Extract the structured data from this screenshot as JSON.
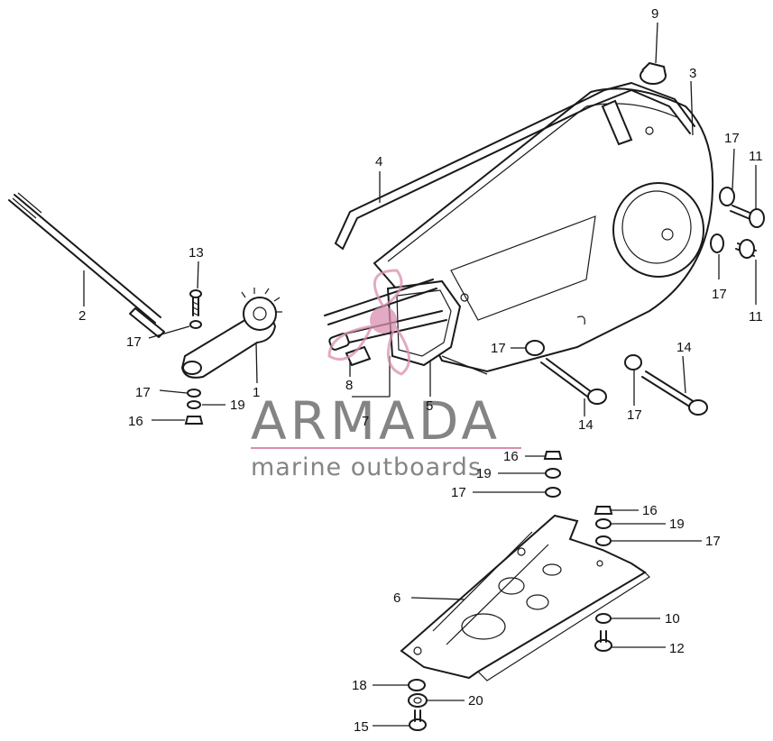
{
  "watermark": {
    "brand": "ARMADA",
    "tagline": "marine outboards",
    "accent_color": "#d98fb0",
    "text_color": "#6f6f6f"
  },
  "callouts": {
    "c1": "1",
    "c2": "2",
    "c3": "3",
    "c4": "4",
    "c5": "5",
    "c6": "6",
    "c7": "7",
    "c8": "8",
    "c9": "9",
    "c10": "10",
    "c11a": "11",
    "c11b": "11",
    "c12": "12",
    "c13": "13",
    "c14a": "14",
    "c14b": "14",
    "c15": "15",
    "c16a": "16",
    "c16b": "16",
    "c16c": "16",
    "c17a": "17",
    "c17b": "17",
    "c17c": "17",
    "c17d": "17",
    "c17e": "17",
    "c17f": "17",
    "c17g": "17",
    "c17h": "17",
    "c18": "18",
    "c19a": "19",
    "c19b": "19",
    "c19c": "19",
    "c20": "20"
  }
}
